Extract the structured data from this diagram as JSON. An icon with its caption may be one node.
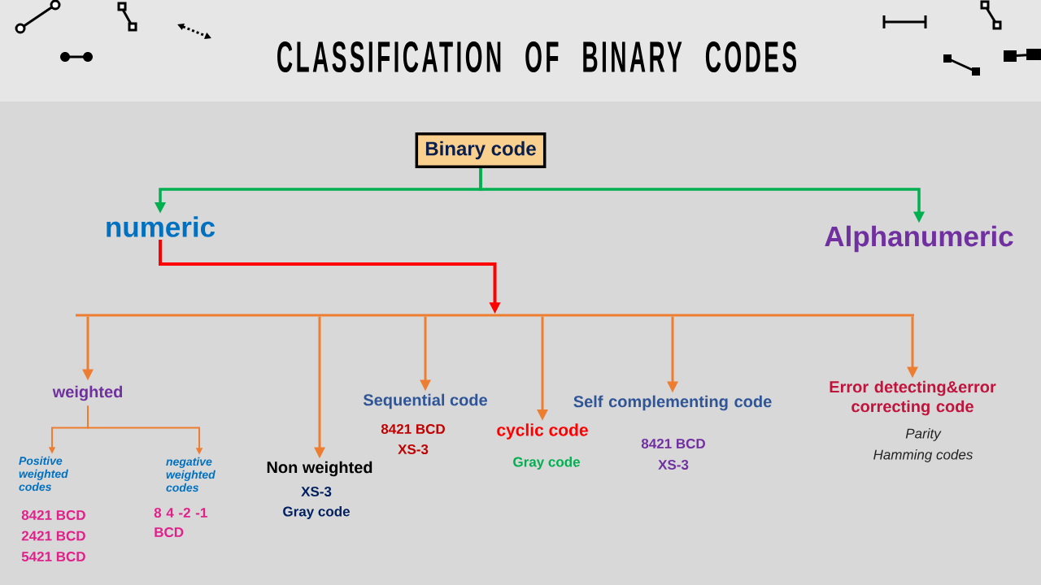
{
  "diagram": {
    "title": "CLASSIFICATION OF BINARY CODES",
    "nodes": [
      {
        "text": [
          "Binary code"
        ]
      },
      {
        "text": [
          "numeric"
        ]
      },
      {
        "text": [
          "Alphanumeric"
        ]
      },
      {
        "text": [],
        "shape": "bar"
      },
      {
        "text": [
          "weighted"
        ]
      },
      {
        "text": [
          "Non weighted"
        ],
        "beside": [
          "XS-3",
          "Gray code"
        ]
      },
      {
        "text": [
          "Sequential code"
        ],
        "beside": [
          "8421 BCD",
          "XS-3"
        ]
      },
      {
        "text": [
          "cyclic code"
        ],
        "beside": [
          "Gray code"
        ]
      },
      {
        "text": [
          "Self complementing code"
        ],
        "beside": [
          "8421 BCD",
          "XS-3"
        ]
      },
      {
        "text": [
          "Error detecting&error correcting code"
        ],
        "beside": [
          "Parity",
          "Hamming codes"
        ]
      },
      {
        "text": [
          "Positive weighted codes"
        ],
        "beside": [
          "8421 BCD",
          "2421 BCD",
          "5421 BCD"
        ]
      },
      {
        "text": [
          "negative weighted codes"
        ],
        "beside": [
          "8 4 -2 -1 BCD"
        ]
      }
    ],
    "edges": [
      {
        "from": 0,
        "to": 1,
        "arrow": "to",
        "color": "#00b050"
      },
      {
        "from": 0,
        "to": 2,
        "arrow": "to",
        "color": "#00b050"
      },
      {
        "from": 1,
        "to": 3,
        "arrow": "to",
        "color": "#ff0000"
      },
      {
        "from": 3,
        "to": 4,
        "arrow": "to"
      },
      {
        "from": 3,
        "to": 5,
        "arrow": "to"
      },
      {
        "from": 3,
        "to": 6,
        "arrow": "to"
      },
      {
        "from": 3,
        "to": 7,
        "arrow": "to"
      },
      {
        "from": 3,
        "to": 8,
        "arrow": "to"
      },
      {
        "from": 3,
        "to": 9,
        "arrow": "to"
      },
      {
        "from": 4,
        "to": 10,
        "arrow": "to"
      },
      {
        "from": 4,
        "to": 11,
        "arrow": "to"
      }
    ]
  }
}
